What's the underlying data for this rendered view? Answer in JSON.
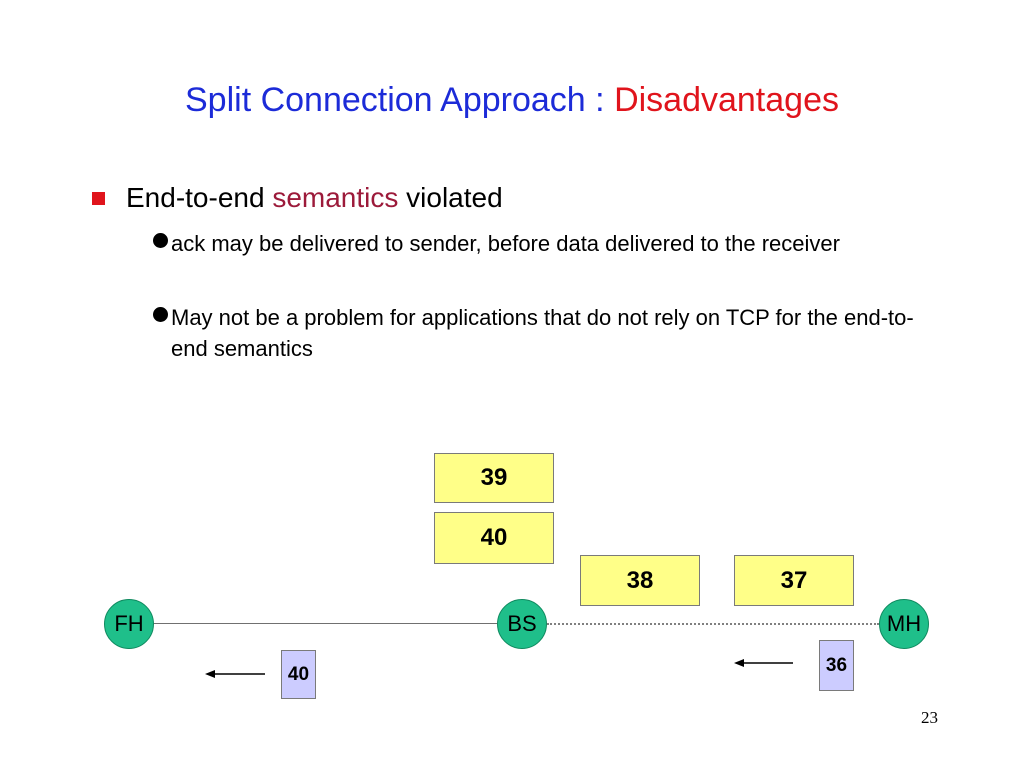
{
  "title": {
    "main": "Split Connection Approach : ",
    "accent": "Disadvantages"
  },
  "bullets": {
    "level1": {
      "before": "End-to-end ",
      "accent": "semantics",
      "after": " violated"
    },
    "level2": [
      {
        "text": "ack may be delivered to sender, before data delivered to the receiver"
      },
      {
        "text": "May not be a problem for applications that do not rely on TCP for the end-to-end semantics"
      }
    ]
  },
  "diagram": {
    "nodes": {
      "fh": "FH",
      "bs": "BS",
      "mh": "MH"
    },
    "packets": {
      "bs_queue_top": "39",
      "bs_queue_bottom": "40",
      "in_transit_1": "38",
      "in_transit_2": "37"
    },
    "acks": {
      "to_fh": "40",
      "from_mh": "36"
    }
  },
  "page_number": "23",
  "colors": {
    "title": "#1c2bd8",
    "accent_red": "#e0141c",
    "semantics_word": "#9c1a3a",
    "packet_fill": "#ffff88",
    "ack_fill": "#ccccff",
    "node_fill": "#1fbf8a"
  }
}
